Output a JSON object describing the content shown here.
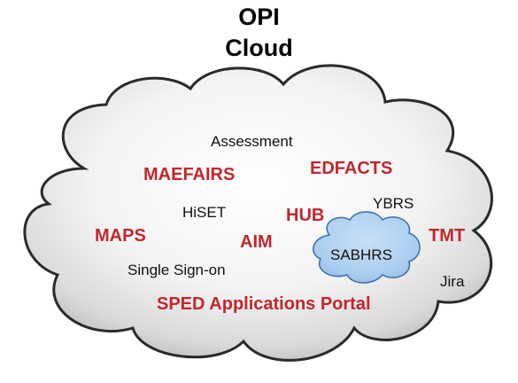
{
  "title": {
    "line1": "OPI",
    "line2": "Cloud"
  },
  "apps": {
    "assessment": "Assessment",
    "maefairs": "MAEFAIRS",
    "edfacts": "EDFACTS",
    "hiset": "HiSET",
    "hub": "HUB",
    "ybrs": "YBRS",
    "maps": "MAPS",
    "aim": "AIM",
    "sabhrs": "SABHRS",
    "tmt": "TMT",
    "single_sign_on": "Single Sign-on",
    "jira": "Jira",
    "sped": "SPED Applications Portal"
  },
  "colors": {
    "highlight": "#c1272d",
    "standard": "#111111",
    "cloud_fill": "#f4f4f4",
    "small_cloud_fill": "#a9cdf0"
  }
}
